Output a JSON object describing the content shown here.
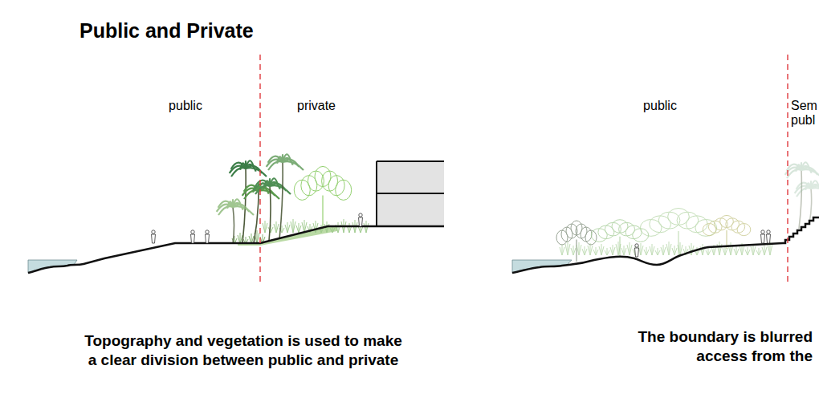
{
  "diagram": {
    "title": "Public and Private",
    "labels": [
      "public",
      "private",
      "public",
      "Sem publ",
      "Topography and vegetation is used to make a clear division between public and private",
      "The boundary is blurred access from the"
    ]
  }
}
